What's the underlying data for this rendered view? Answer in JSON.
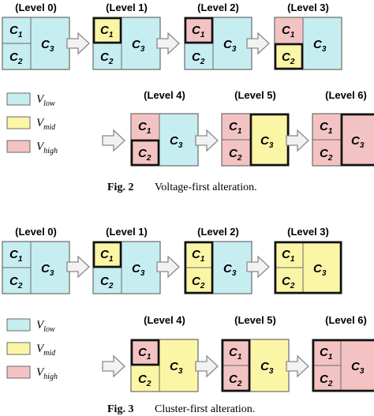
{
  "colors": {
    "low": "#c6eef1",
    "mid": "#fbf6a6",
    "high": "#f3c3c4",
    "border": "#6a6a6a",
    "thick": "#111111",
    "arrow_fill": "#f2f2f2",
    "arrow_stroke": "#8a8a8a"
  },
  "icons": {
    "arrow": "right-arrow-icon"
  },
  "legend_labels": [
    {
      "key": "low",
      "base": "V",
      "sub": "low"
    },
    {
      "key": "mid",
      "base": "V",
      "sub": "mid"
    },
    {
      "key": "high",
      "base": "V",
      "sub": "high"
    }
  ],
  "cluster_labels": {
    "c1": {
      "base": "C",
      "sub": "1"
    },
    "c2": {
      "base": "C",
      "sub": "2"
    },
    "c3": {
      "base": "C",
      "sub": "3"
    }
  },
  "figures": [
    {
      "caption_num": "Fig. 2",
      "caption_text": "Voltage-first alteration.",
      "levels": [
        {
          "label": "(Level 0)",
          "c1": "low",
          "c2": "low",
          "c3": "low",
          "bold": []
        },
        {
          "label": "(Level 1)",
          "c1": "mid",
          "c2": "low",
          "c3": "low",
          "bold": [
            "c1"
          ]
        },
        {
          "label": "(Level 2)",
          "c1": "high",
          "c2": "low",
          "c3": "low",
          "bold": [
            "c1"
          ]
        },
        {
          "label": "(Level 3)",
          "c1": "high",
          "c2": "mid",
          "c3": "low",
          "bold": [
            "c2"
          ]
        },
        {
          "label": "(Level 4)",
          "c1": "high",
          "c2": "high",
          "c3": "low",
          "bold": [
            "c2"
          ]
        },
        {
          "label": "(Level 5)",
          "c1": "high",
          "c2": "high",
          "c3": "mid",
          "bold": [
            "c3"
          ]
        },
        {
          "label": "(Level 6)",
          "c1": "high",
          "c2": "high",
          "c3": "high",
          "bold": [
            "c3"
          ]
        }
      ]
    },
    {
      "caption_num": "Fig. 3",
      "caption_text": "Cluster-first alteration.",
      "levels": [
        {
          "label": "(Level 0)",
          "c1": "low",
          "c2": "low",
          "c3": "low",
          "bold": []
        },
        {
          "label": "(Level 1)",
          "c1": "mid",
          "c2": "low",
          "c3": "low",
          "bold": [
            "c1"
          ]
        },
        {
          "label": "(Level 2)",
          "c1": "mid",
          "c2": "mid",
          "c3": "low",
          "bold": [
            "c1c2"
          ]
        },
        {
          "label": "(Level 3)",
          "c1": "mid",
          "c2": "mid",
          "c3": "mid",
          "bold": [
            "all"
          ]
        },
        {
          "label": "(Level 4)",
          "c1": "high",
          "c2": "mid",
          "c3": "mid",
          "bold": [
            "c1"
          ]
        },
        {
          "label": "(Level 5)",
          "c1": "high",
          "c2": "high",
          "c3": "mid",
          "bold": [
            "c1c2"
          ]
        },
        {
          "label": "(Level 6)",
          "c1": "high",
          "c2": "high",
          "c3": "high",
          "bold": [
            "all"
          ]
        }
      ]
    }
  ]
}
